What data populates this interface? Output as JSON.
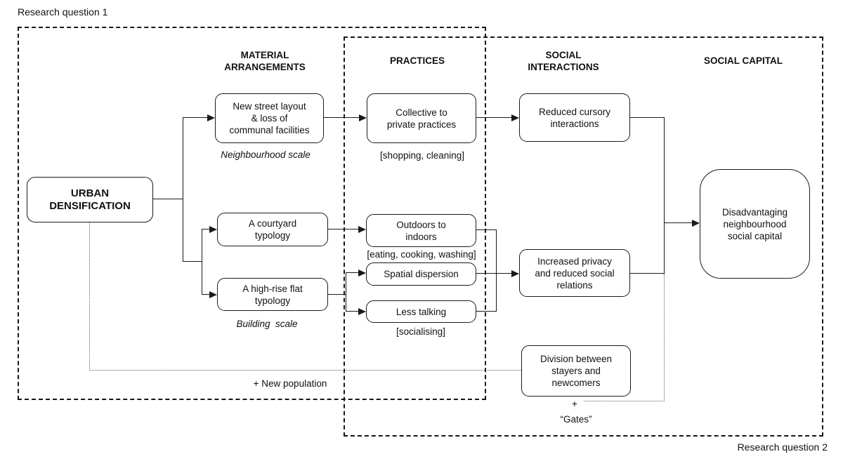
{
  "annotations": {
    "research_question_1": "Research question 1",
    "research_question_2": "Research question 2"
  },
  "columns": [
    {
      "id": "material-arrangements",
      "label": "MATERIAL\nARRANGEMENTS"
    },
    {
      "id": "practices",
      "label": "PRACTICES"
    },
    {
      "id": "social-interactions",
      "label": "SOCIAL\nINTERACTIONS"
    },
    {
      "id": "social-capital",
      "label": "SOCIAL CAPITAL"
    }
  ],
  "nodes": {
    "urban_densification": "URBAN\nDENSIFICATION",
    "new_street_layout": "New street layout\n& loss of\ncommunal facilities",
    "collective_to_private": "Collective to\nprivate practices",
    "reduced_cursory": "Reduced cursory\ninteractions",
    "courtyard_typology": "A courtyard\ntypology",
    "highrise_typology": "A high-rise flat\ntypology",
    "outdoors_to_indoors": "Outdoors to\nindoors",
    "spatial_dispersion": "Spatial dispersion",
    "less_talking": "Less talking",
    "increased_privacy": "Increased privacy\nand reduced social\nrelations",
    "division_stayers_newcomers": "Division between\nstayers and\nnewcomers",
    "disadvantaging_capital": "Disadvantaging\nneighbourhood\nsocial capital"
  },
  "sublabels": {
    "neighbourhood_scale": "Neighbourhood scale",
    "shopping_cleaning": "[shopping, cleaning]",
    "eating_cooking_washing": "[eating, cooking, washing]",
    "building_scale": "Building  scale",
    "socialising": "[socialising]",
    "new_population": "+ New population",
    "plus": "+",
    "gates": "“Gates”"
  },
  "colors": {
    "line": "#1a1a1a",
    "dotted_line": "#606060",
    "background": "#ffffff",
    "text": "#111111"
  }
}
